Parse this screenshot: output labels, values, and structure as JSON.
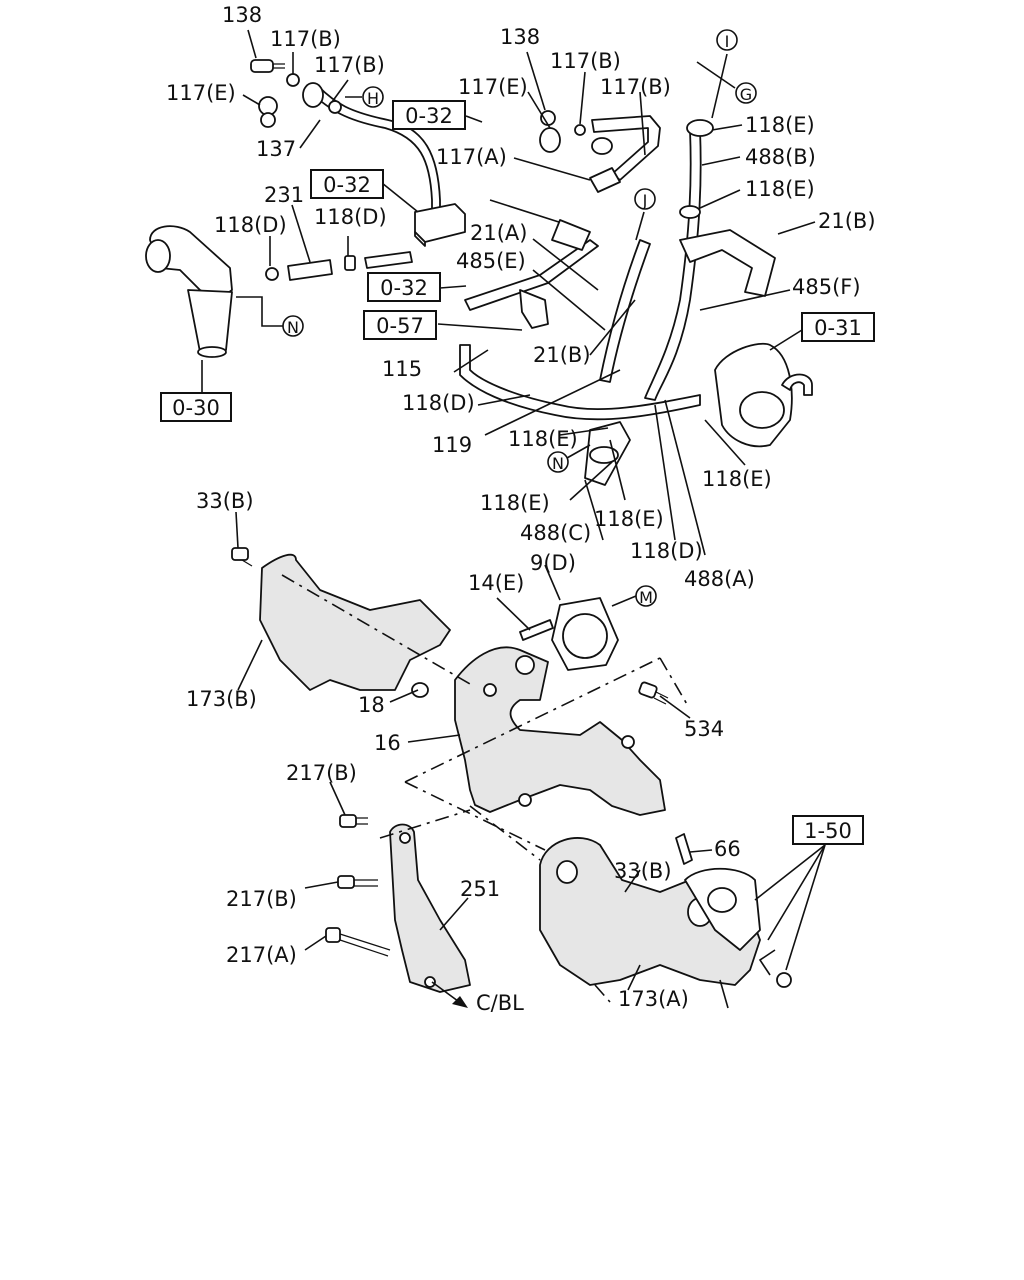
{
  "labels": [
    "138",
    "117(B)",
    "117(B)",
    "117(E)",
    "137",
    "138",
    "117(B)",
    "117(E)",
    "117(B)",
    "117(A)",
    "118(E)",
    "488(B)",
    "118(E)",
    "21(B)",
    "485(F)",
    "231",
    "118(D)",
    "118(D)",
    "21(A)",
    "485(E)",
    "115",
    "21(B)",
    "118(D)",
    "119",
    "118(E)",
    "118(E)",
    "488(C)",
    "118(E)",
    "118(D)",
    "488(A)",
    "118(E)",
    "33(B)",
    "9(D)",
    "14(E)",
    "173(B)",
    "18",
    "534",
    "16",
    "217(B)",
    "66",
    "33(B)",
    "217(B)",
    "251",
    "217(A)",
    "173(A)",
    "C/BL"
  ],
  "refs": [
    "0-32",
    "0-32",
    "0-32",
    "0-57",
    "0-30",
    "0-31",
    "1-50"
  ],
  "callouts": [
    "H",
    "I",
    "G",
    "J",
    "N",
    "N",
    "M"
  ]
}
